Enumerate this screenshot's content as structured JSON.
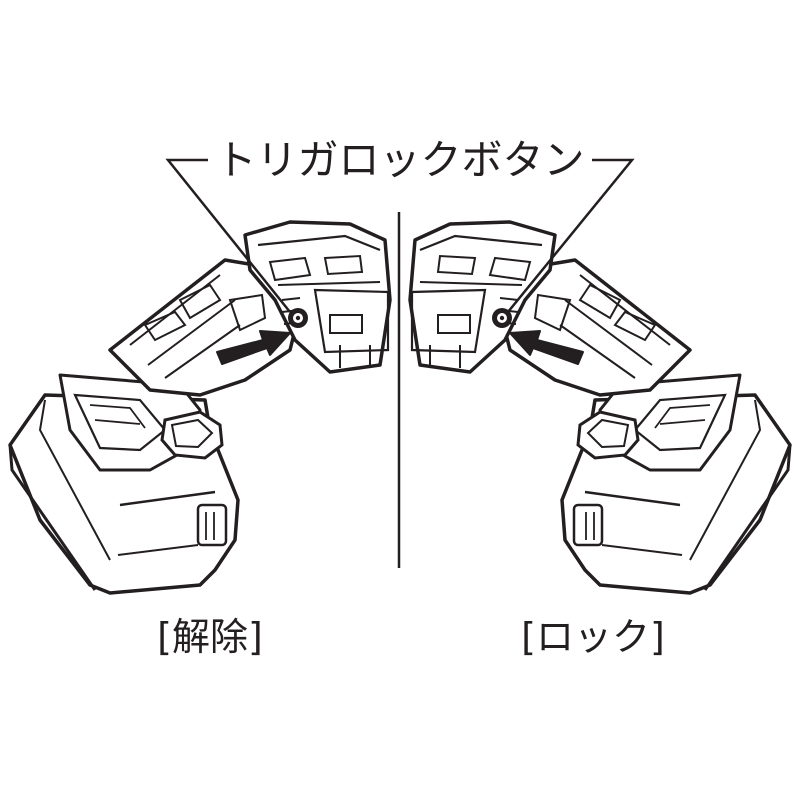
{
  "title": "トリガロックボタン",
  "left_caption": "[解除]",
  "right_caption": "[ロック]",
  "colors": {
    "ink": "#231f20",
    "background": "#ffffff"
  }
}
